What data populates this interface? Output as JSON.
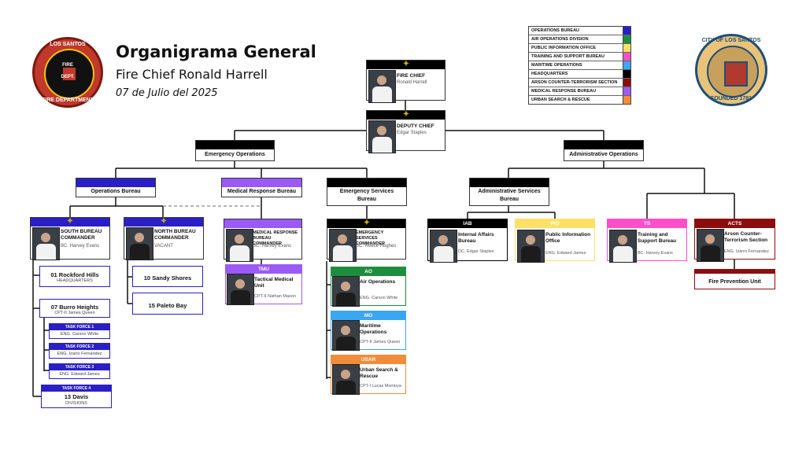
{
  "header": {
    "title": "Organigrama General",
    "subtitle": "Fire Chief Ronald Harrell",
    "date": "07 de Julio del 2025"
  },
  "logo_left": {
    "top_text": "LOS SANTOS",
    "mid_text": "FIRE",
    "dept": "DEPT.",
    "bottom_text": "FIRE DEPARTMENT"
  },
  "logo_right": {
    "top_text": "CITY OF LOS SANTOS",
    "bottom_text": "FOUNDED 1781"
  },
  "legend": [
    {
      "label": "OPERATIONS BUREAU",
      "color": "#2a1fc7"
    },
    {
      "label": "AIR OPERATIONS DIVISION",
      "color": "#1e8e3e"
    },
    {
      "label": "PUBLIC INFORMATION OFFICE",
      "color": "#ffe066"
    },
    {
      "label": "TRAINING AND SUPPORT BUREAU",
      "color": "#ff4fc8"
    },
    {
      "label": "MARITIME OPERATIONS",
      "color": "#3aa7f0"
    },
    {
      "label": "HEADQUARTERS",
      "color": "#000000"
    },
    {
      "label": "ARSON COUNTER-TERRORISM SECTION",
      "color": "#8b0d0d"
    },
    {
      "label": "MEDICAL RESPONSE BUREAU",
      "color": "#9b59f5"
    },
    {
      "label": "URBAN SEARCH & RESCUE",
      "color": "#f28c3a"
    }
  ],
  "chief": {
    "title": "FIRE CHIEF",
    "name": "Ronald Harrell"
  },
  "deputy": {
    "title": "DEPUTY CHIEF",
    "name": "Edgar Staples"
  },
  "emergency_ops": "Emergency Operations",
  "admin_ops": "Administrative Operations",
  "operations_bureau": "Operations Bureau",
  "medical_bureau": "Medical Response Bureau",
  "emergency_services": "Emergency Services Bureau",
  "admin_services": "Administrative Services Bureau",
  "south": {
    "title": "SOUTH BUREAU COMMANDER",
    "name": "BC. Harvey Evans"
  },
  "north": {
    "title": "NORTH BUREAU COMMANDER",
    "name": "VACANT"
  },
  "medical_cmd": {
    "title": "MEDICAL RESPONSE BUREAU COMMANDER",
    "name": "BC. Harvey Evans"
  },
  "es_cmd": {
    "title": "EMERGENCY SERVICES COMMANDER",
    "name": "BC. Reece Hughes"
  },
  "south_units": [
    {
      "title": "01 Rockford Hills",
      "sub": "HEADQUARTERS"
    },
    {
      "title": "07 Burro Heights",
      "sub": "CPT-II James Queen"
    }
  ],
  "task_forces": [
    {
      "label": "TASK FORCE 1",
      "name": "ENG. Carson White"
    },
    {
      "label": "TASK FORCE 2",
      "name": "ENG. Izarro Fernandez"
    },
    {
      "label": "TASK FORCE 3",
      "name": "ENG. Edward James"
    },
    {
      "label": "TASK FORCE 4",
      "name": "13 Davis",
      "sub": "DIVISIONS"
    }
  ],
  "north_units": [
    "10 Sandy Shores",
    "15 Paleto Bay"
  ],
  "tmu": {
    "code": "TMU",
    "title": "Tactical Medical Unit",
    "name": "CPT-II Nathan Mason"
  },
  "ao": {
    "code": "AO",
    "title": "Air Operations",
    "name": "ENG. Carson White"
  },
  "mo": {
    "code": "MO",
    "title": "Maritime Operations",
    "name": "CPT-II James Queen"
  },
  "usar": {
    "code": "USAR",
    "title": "Urban Search & Rescue",
    "name": "CPT-I Lucas Montoya"
  },
  "iab": {
    "code": "IAB",
    "title": "Internal Affairs Bureau",
    "name": "DC. Edgar Staples"
  },
  "pio": {
    "code": "PIO",
    "title": "Public Information Office",
    "name": "ENG. Edward James"
  },
  "ts": {
    "code": "TS",
    "title": "Training and Support Bureau",
    "name": "BC. Harvey Evans"
  },
  "acts": {
    "code": "ACTS",
    "title": "Arson Counter-Terrorism Section",
    "name": "ENG. Izarro Fernandez"
  },
  "fpu": "Fire Prevention Unit"
}
